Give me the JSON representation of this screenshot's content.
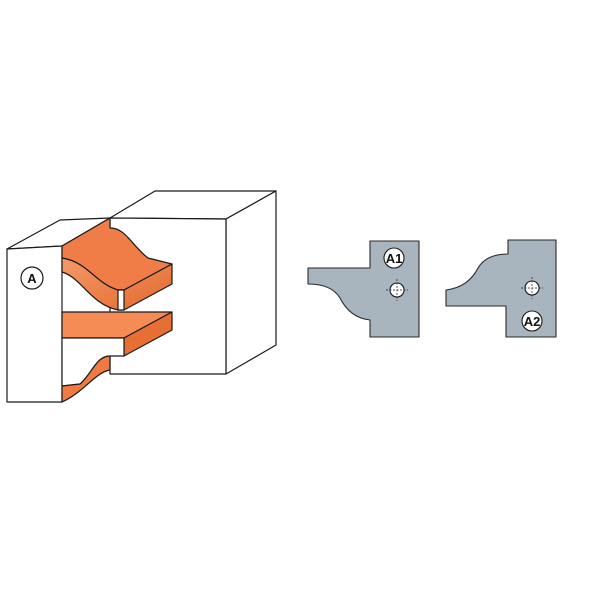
{
  "labels": {
    "block": "A",
    "knife_1": "A1",
    "knife_2": "A2"
  },
  "colors": {
    "profile_orange": "#ef7c45",
    "profile_orange_dark": "#d85f24",
    "knife_gray": "#a9b6bf",
    "outline": "#1a1a1a",
    "background": "#ffffff"
  }
}
